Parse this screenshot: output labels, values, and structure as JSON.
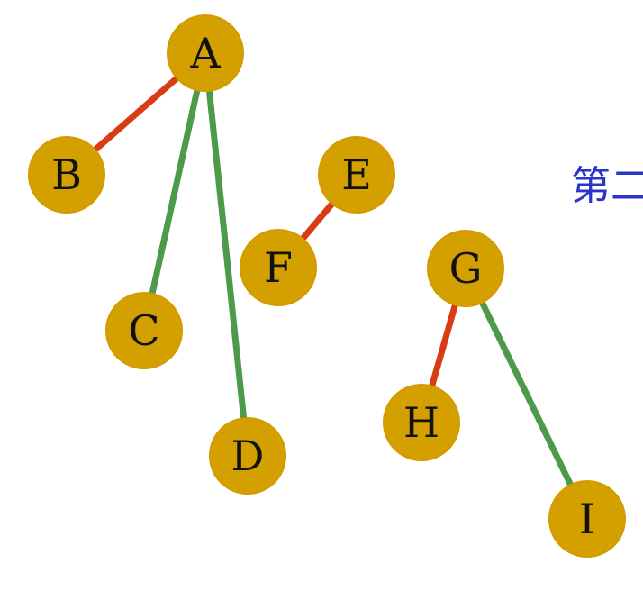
{
  "diagram": {
    "node_color": "#D4A000",
    "node_stroke": "#D49B00",
    "nodes": [
      {
        "id": "A",
        "label": "A"
      },
      {
        "id": "B",
        "label": "B"
      },
      {
        "id": "C",
        "label": "C"
      },
      {
        "id": "D",
        "label": "D"
      },
      {
        "id": "E",
        "label": "E"
      },
      {
        "id": "F",
        "label": "F"
      },
      {
        "id": "G",
        "label": "G"
      },
      {
        "id": "H",
        "label": "H"
      },
      {
        "id": "I",
        "label": "I"
      }
    ],
    "edges": [
      {
        "from": "A",
        "to": "B",
        "color": "#D93B12"
      },
      {
        "from": "A",
        "to": "C",
        "color": "#4C9A4A"
      },
      {
        "from": "A",
        "to": "D",
        "color": "#4C9A4A"
      },
      {
        "from": "E",
        "to": "F",
        "color": "#D93B12"
      },
      {
        "from": "G",
        "to": "H",
        "color": "#D93B12"
      },
      {
        "from": "G",
        "to": "I",
        "color": "#4C9A4A"
      }
    ],
    "side_text": {
      "text": "第二",
      "color": "#2B35C8"
    }
  }
}
